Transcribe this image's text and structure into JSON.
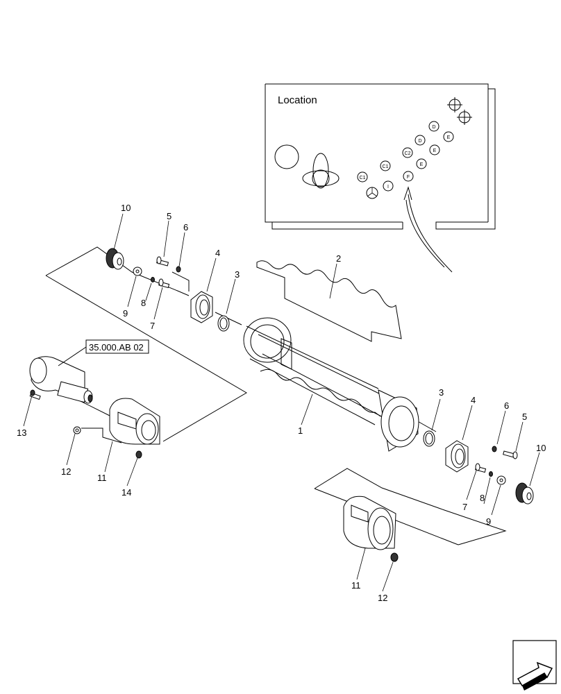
{
  "location_inset": {
    "title": "Location",
    "markers": [
      "D",
      "D",
      "E",
      "C2",
      "E",
      "C1",
      "E",
      "C1",
      "I",
      "F"
    ]
  },
  "reference_label": "35.000.AB 02",
  "callouts": {
    "top_left": [
      "10",
      "5",
      "6",
      "4",
      "3",
      "2",
      "9",
      "8",
      "7"
    ],
    "middle": [
      "13",
      "12",
      "11",
      "14",
      "1"
    ],
    "right": [
      "3",
      "4",
      "6",
      "5",
      "10",
      "7",
      "8",
      "9",
      "11",
      "12"
    ]
  },
  "nav_icon": "next-page-arrow-icon"
}
